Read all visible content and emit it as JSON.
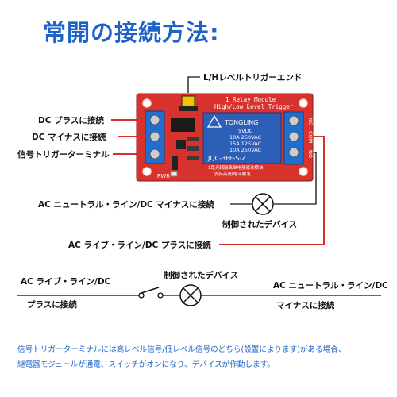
{
  "title": "常開の接続方法:",
  "board": {
    "module_line1": "1 Relay Module",
    "module_line2": "High/Low Level Trigger",
    "relay_brand": "TONGLING",
    "relay_spec1": "5VDC",
    "relay_spec2": "10A 250VAC",
    "relay_spec3": "15A 125VAC",
    "relay_spec4": "10A 250VAC",
    "relay_model": "JQC-3FF-S-Z",
    "terminal_nc": "NC",
    "terminal_com": "COM",
    "terminal_no": "NO",
    "pwr_label": "PWR",
    "board_cn1": "1路光耦隔离继电器驱动模块",
    "board_cn2": "支持高/低电平触发",
    "accent_red": "#d8322e",
    "relay_blue": "#2c5fb8",
    "terminal_blue": "#1f6fd0"
  },
  "labels": {
    "jumper": "L/Hレベルトリガーエンド",
    "dc_plus": "DC プラスに接続",
    "dc_minus": "DC マイナスに接続",
    "signal": "信号トリガーターミナル",
    "ac_neutral_minus": "AC ニュートラル・ライン/DC マイナスに接続",
    "controlled_device": "制御されたデバイス",
    "ac_live_plus": "AC ライブ・ライン/DC プラスに接続"
  },
  "circuit": {
    "left_line1": "AC ライブ・ライン/DC",
    "left_line2": "プラスに接続",
    "device": "制御されたデバイス",
    "right_line1": "AC ニュートラル・ライン/DC",
    "right_line2": "マイナスに接続"
  },
  "note": {
    "line1": "信号トリガーターミナルには高レベル信号/低レベル信号のどちら(設置によります)がある場合、",
    "line2": "継電器モジュールが通電、スイッチがオンになり、デバイスが作動します。",
    "color": "#1e64c8"
  }
}
